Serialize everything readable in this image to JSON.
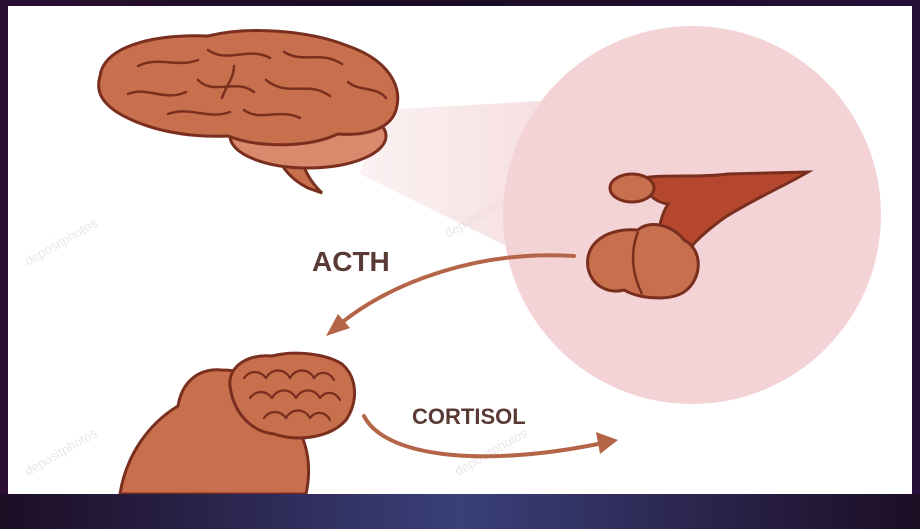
{
  "labels": {
    "acth": "ACTH",
    "cortisol": "CORTISOL"
  },
  "watermark": "depositphotos",
  "colors": {
    "organ_fill": "#c8704e",
    "organ_outline": "#7a2e1e",
    "highlight_circle": "#f3d3d6",
    "arrow": "#b56547",
    "label": "#5a3a35"
  }
}
